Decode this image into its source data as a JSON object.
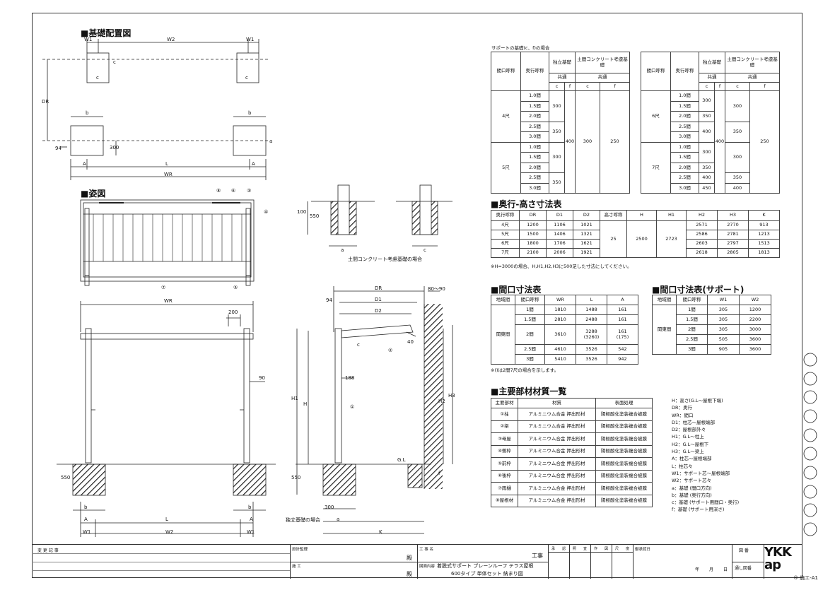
{
  "headings": {
    "foundation_layout": "■基礎配置図",
    "elevation": "■姿図",
    "depth_height_table": "■奥行-高さ寸法表",
    "span_table": "■間口寸法表",
    "span_support_table": "■間口寸法表(サポート)",
    "materials": "■主要部材材質一覧"
  },
  "drawing_labels": {
    "W1": "W1",
    "W2": "W2",
    "W1b": "W1",
    "DR": "DR",
    "WR": "WR",
    "L": "L",
    "A": "A",
    "A2": "A",
    "c": "c",
    "c2": "c",
    "c3": "c",
    "b": "b",
    "b2": "b",
    "a": "a",
    "dim94": "94",
    "dim300": "300",
    "dim100": "100",
    "dim550": "550",
    "dim200": "200",
    "dim90": "90",
    "dim188": "188",
    "dim40": "40",
    "D1": "D1",
    "D2": "D2",
    "dim80_90": "80～90",
    "H": "H",
    "H1": "H1",
    "H2": "H2",
    "H3": "H3",
    "GL": "G.L",
    "K": "K",
    "f": "f",
    "concrete_note": "土間コンクリート考慮基礎の場合",
    "independent_note": "独立基礎の場合",
    "callouts": [
      "⑧",
      "⑥",
      "③",
      "④",
      "⑦",
      "⑤",
      "①",
      "②"
    ]
  },
  "support_caption": "サポートの基礎(c、f)の場合",
  "support_header": {
    "span": "間口呼称",
    "depth": "奥行呼称",
    "independent": "独立基礎",
    "concrete": "土間コンクリート考慮基礎",
    "common": "共通",
    "c": "c",
    "f": "f"
  },
  "support_left": {
    "rows": [
      {
        "group": "4尺",
        "items": [
          "1.0間",
          "1.5間",
          "2.0間",
          "2.5間",
          "3.0間"
        ]
      },
      {
        "group": "5尺",
        "items": [
          "1.0間",
          "1.5間",
          "2.0間",
          "2.5間",
          "3.0間"
        ]
      }
    ],
    "vals": [
      "300",
      "350",
      "300",
      "350",
      "400",
      "300",
      "250"
    ]
  },
  "support_right": {
    "rows": [
      {
        "group": "6尺",
        "items": [
          "1.0間",
          "1.5間",
          "2.0間",
          "2.5間",
          "3.0間"
        ]
      },
      {
        "group": "7尺",
        "items": [
          "1.0間",
          "1.5間",
          "2.0間",
          "2.5間",
          "3.0間"
        ]
      }
    ],
    "c_vals": [
      "300",
      "350",
      "400",
      "300",
      "350",
      "400",
      "450"
    ],
    "f_val": "400",
    "cc_vals": [
      "300",
      "350",
      "300",
      "350",
      "400"
    ],
    "ff_val": "250"
  },
  "depth_table": {
    "headers": [
      "奥行呼称",
      "DR",
      "D1",
      "D2",
      "高さ呼称",
      "H",
      "H1",
      "H2",
      "H3",
      "K"
    ],
    "rows": [
      [
        "4尺",
        "1200",
        "1106",
        "1021",
        "2571",
        "2770",
        "913"
      ],
      [
        "5尺",
        "1500",
        "1406",
        "1321",
        "2586",
        "2781",
        "1213"
      ],
      [
        "6尺",
        "1800",
        "1706",
        "1621",
        "2603",
        "2797",
        "1513"
      ],
      [
        "7尺",
        "2100",
        "2006",
        "1921",
        "2618",
        "2805",
        "1813"
      ]
    ],
    "shared": {
      "height": "25",
      "H": "2500",
      "H1": "2723"
    },
    "note": "※H=3000の場合、H,H1,H2,H3に500足した寸法にしてください。"
  },
  "span_table": {
    "headers": [
      "地域間",
      "間口呼称",
      "WR",
      "L",
      "A"
    ],
    "region": "関東間",
    "rows": [
      [
        "1間",
        "1810",
        "1488",
        "161"
      ],
      [
        "1.5間",
        "2810",
        "2488",
        "161"
      ],
      [
        "2間",
        "3610",
        "3288\n(3260)",
        "161\n(175)"
      ],
      [
        "2.5間",
        "4610",
        "3526",
        "542"
      ],
      [
        "3間",
        "5410",
        "3526",
        "942"
      ]
    ],
    "note": "※()は2間7尺の場合を示します。"
  },
  "support_span_table": {
    "headers": [
      "地域間",
      "間口呼称",
      "W1",
      "W2"
    ],
    "region": "関東間",
    "rows": [
      [
        "1間",
        "305",
        "1200"
      ],
      [
        "1.5間",
        "305",
        "2200"
      ],
      [
        "2間",
        "305",
        "3000"
      ],
      [
        "2.5間",
        "505",
        "3600"
      ],
      [
        "3間",
        "905",
        "3600"
      ]
    ]
  },
  "materials_table": {
    "headers": [
      "主要部材",
      "材質",
      "表面処理"
    ],
    "rows": [
      [
        "①柱",
        "アルミニウム合金 押出形材",
        "陽極酸化塗装複合被膜"
      ],
      [
        "②梁",
        "アルミニウム合金 押出形材",
        "陽極酸化塗装複合被膜"
      ],
      [
        "③母屋",
        "アルミニウム合金 押出形材",
        "陽極酸化塗装複合被膜"
      ],
      [
        "④側枠",
        "アルミニウム合金 押出形材",
        "陽極酸化塗装複合被膜"
      ],
      [
        "⑤前枠",
        "アルミニウム合金 押出形材",
        "陽極酸化塗装複合被膜"
      ],
      [
        "⑥後枠",
        "アルミニウム合金 押出形材",
        "陽極酸化塗装複合被膜"
      ],
      [
        "⑦雨樋",
        "アルミニウム合金 押出形材",
        "陽極酸化塗装複合被膜"
      ],
      [
        "⑧屋根材",
        "アルミニウム合金 押出形材",
        "陽極酸化塗装複合被膜"
      ]
    ]
  },
  "legend": [
    "H：高さ(G.L～屋根下端)",
    "DR：奥行",
    "WR：間口",
    "D1：柱芯～屋根端部",
    "D2：屋根部外々",
    "H1：G.L～柱上",
    "H2：G.L～屋根下",
    "H3：G.L～梁上",
    "A：柱芯～屋根端部",
    "L：柱芯々",
    "W1：サポート芯～屋根端部",
    "W2：サポート芯々",
    "a：基礎 (間口方向)",
    "b：基礎 (奥行方向)",
    "c：基礎 (サポート用間口・奥行)",
    "f：基礎 (サポート用深さ)"
  ],
  "title_block": {
    "change_record": "変 更 記 事",
    "design_supervision": "設計監理",
    "construction": "施 工",
    "seal1": "殿",
    "seal2": "殿",
    "project_name": "工 事 名",
    "project": "工事",
    "drawing_content": "図面内容",
    "drawing_title_1": "着脱式サポート プレーンルーフ テラス屋根",
    "drawing_title_2": "600タイプ 単体セット 納まり図",
    "checks": [
      "承",
      "認",
      "照",
      "査",
      "作",
      "図",
      "尺",
      "度"
    ],
    "order_date": "御承認日",
    "year": "年",
    "month": "月",
    "day": "日",
    "drawing_no": "図 番",
    "page_no": "通し図番",
    "brand": "YKK ap",
    "copyright": "® 施エ-A1"
  }
}
